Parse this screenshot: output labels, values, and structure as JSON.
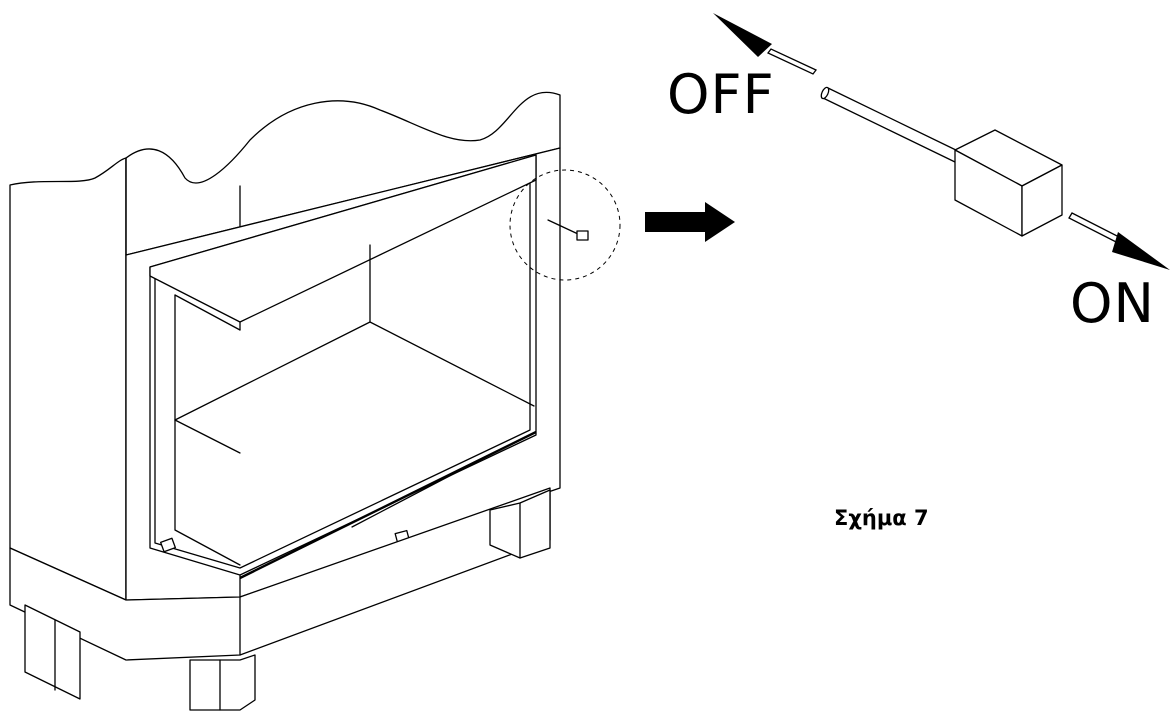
{
  "labels": {
    "off": "OFF",
    "on": "ON",
    "figure_caption": "Σχήμα 7"
  },
  "colors": {
    "ink": "#000000",
    "background": "#ffffff"
  },
  "icons": {
    "pointer_arrow": "right-arrow-icon",
    "direction_off": "arrow-up-left-icon",
    "direction_on": "arrow-down-right-icon"
  }
}
